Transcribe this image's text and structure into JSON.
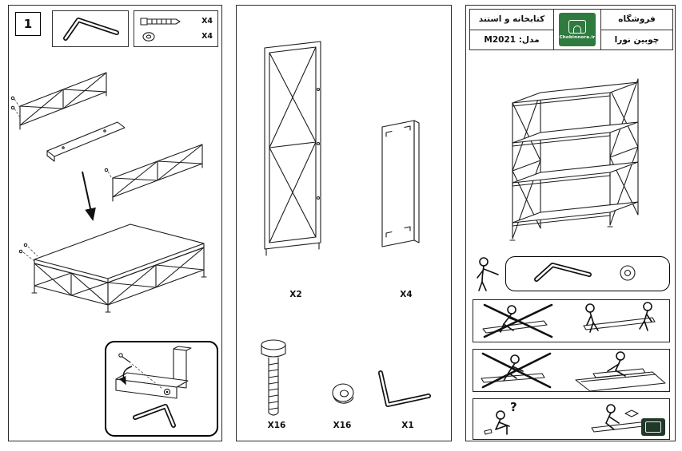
{
  "colors": {
    "logo_green": "#2f7a3f",
    "stamp_green": "#203828",
    "line": "#1d1d1d"
  },
  "step": {
    "number": "1"
  },
  "left_panel": {
    "fasteners": {
      "screw_qty": "X4",
      "washer_qty": "X4"
    }
  },
  "middle_panel": {
    "side_frame_qty": "X2",
    "panel_qty": "X4",
    "bolt_qty": "X16",
    "washer_qty": "X16",
    "allen_key_qty": "X1"
  },
  "right_panel": {
    "header": {
      "store": "فروشگاه",
      "category": "کتابخانه و استند",
      "brand": "چوبین نورا",
      "model": "مدل: M2021",
      "logo_text": "Chobinnora.ir"
    },
    "pictograms": {
      "question_mark": "?"
    }
  }
}
